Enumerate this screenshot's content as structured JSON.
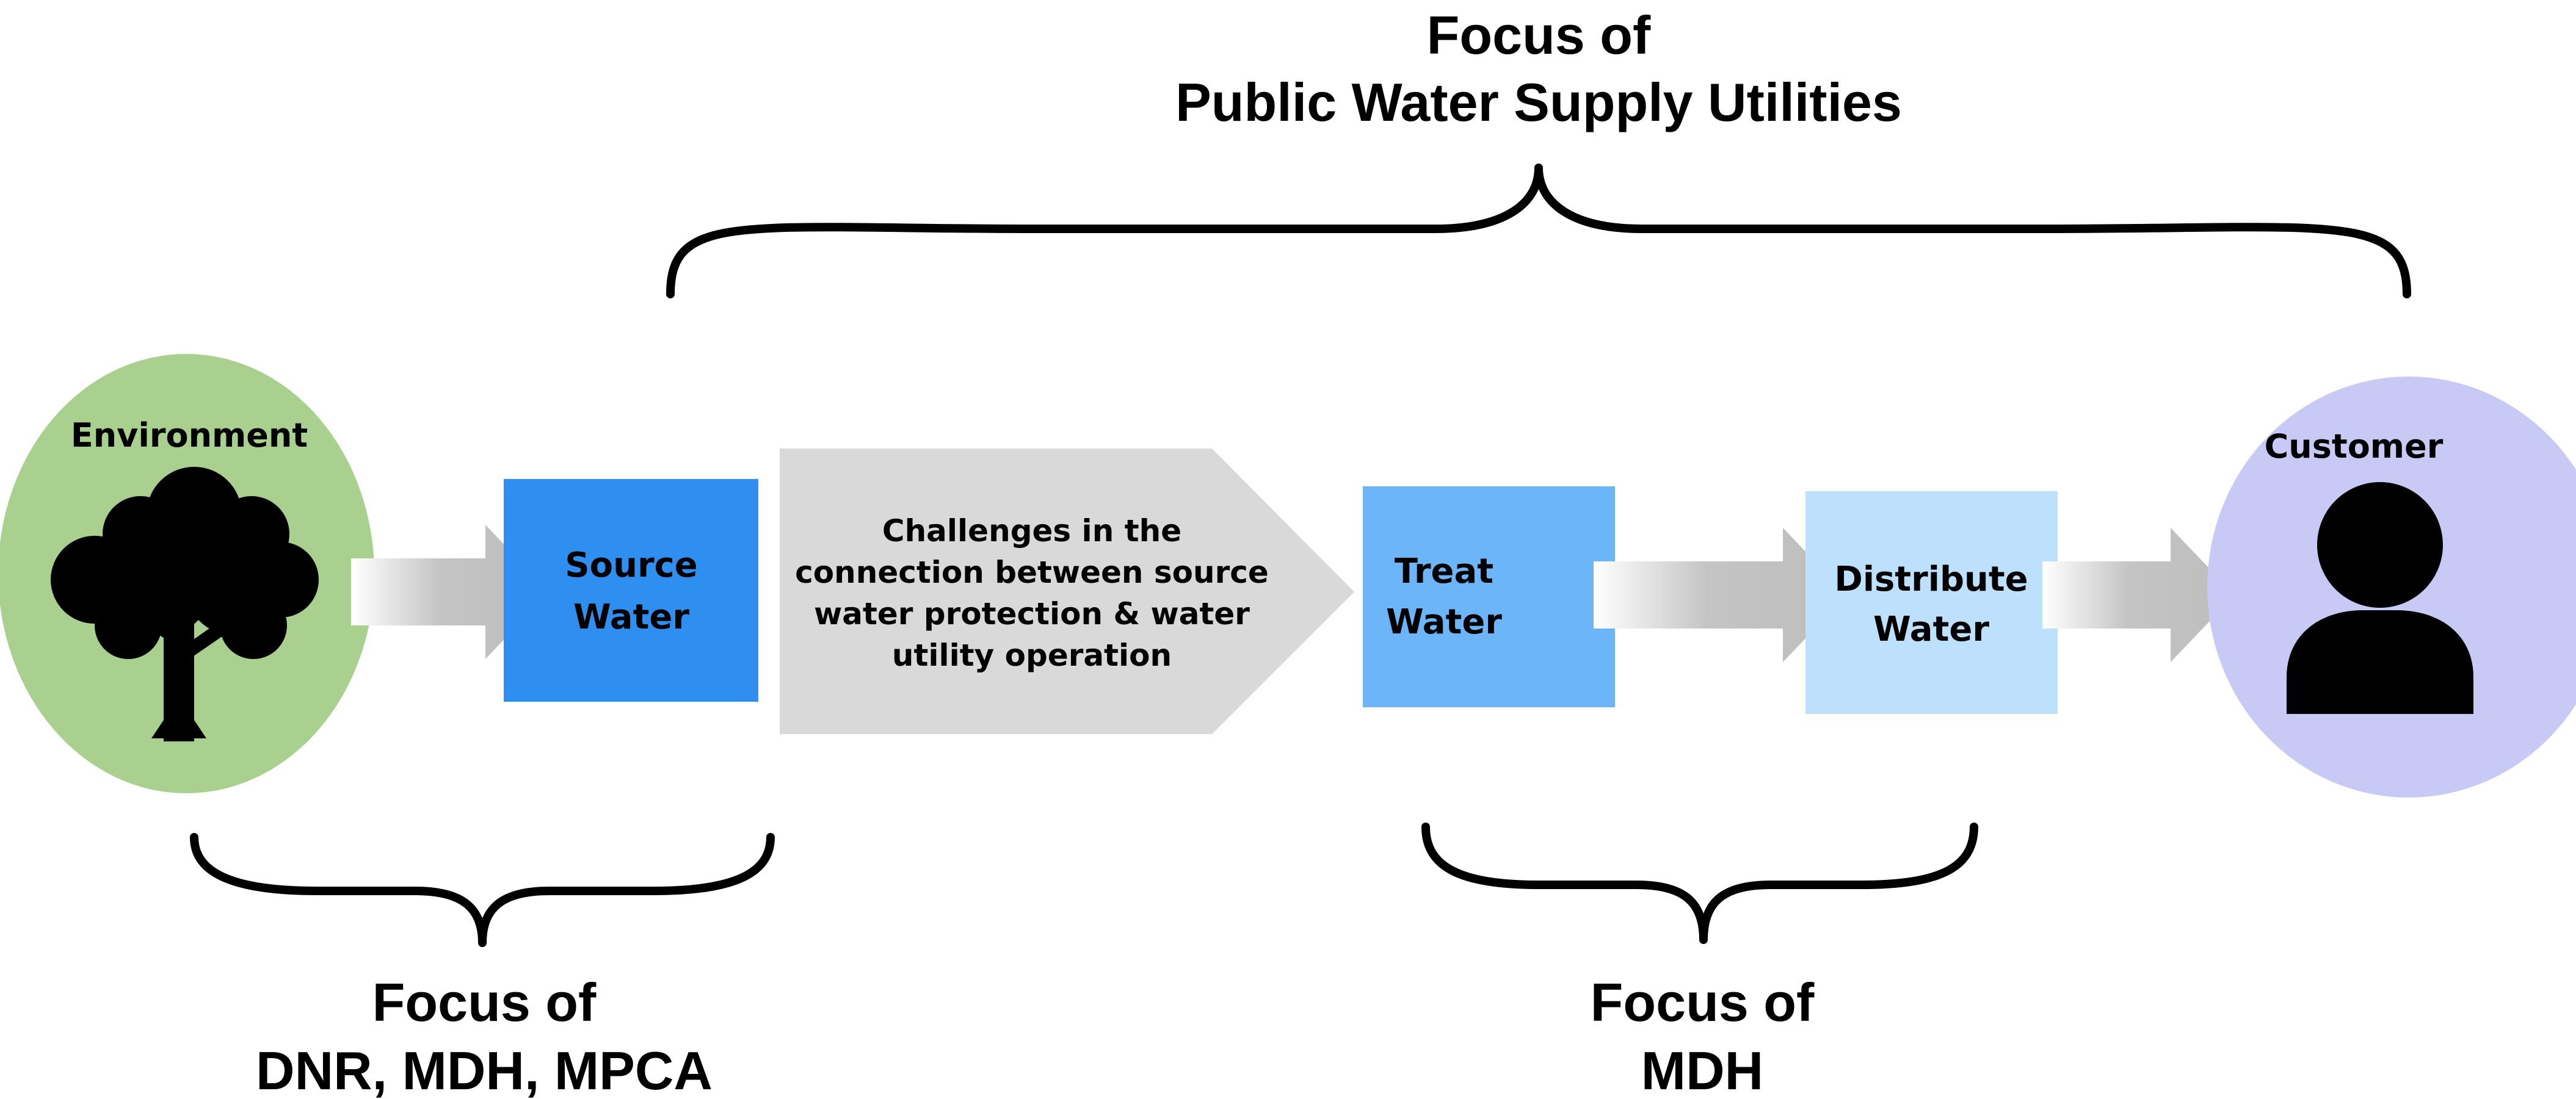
{
  "labels": {
    "top_focus_line1": "Focus of",
    "top_focus_line2": "Public Water Supply Utilities",
    "left_focus_line1": "Focus of",
    "left_focus_line2": "DNR, MDH, MPCA",
    "right_focus_line1": "Focus of",
    "right_focus_line2": "MDH"
  },
  "nodes": {
    "environment": "Environment",
    "source_water_line1": "Source",
    "source_water_line2": "Water",
    "challenges_line1": "Challenges in the",
    "challenges_line2": "connection between source",
    "challenges_line3": "water protection & water",
    "challenges_line4": "utility operation",
    "treat_water_line1": "Treat",
    "treat_water_line2": "Water",
    "distribute_water_line1": "Distribute",
    "distribute_water_line2": "Water",
    "customer": "Customer"
  },
  "colors": {
    "environment_fill": "#a9d08e",
    "source_water_fill": "#2e8ff0",
    "challenges_fill": "#d9d9d9",
    "treat_water_fill": "#6cb5f8",
    "distribute_water_fill": "#bde0fd",
    "customer_fill": "#c9c9f5",
    "icon_fill": "#000000"
  },
  "icons": {
    "environment": "tree-icon",
    "customer": "person-icon"
  }
}
